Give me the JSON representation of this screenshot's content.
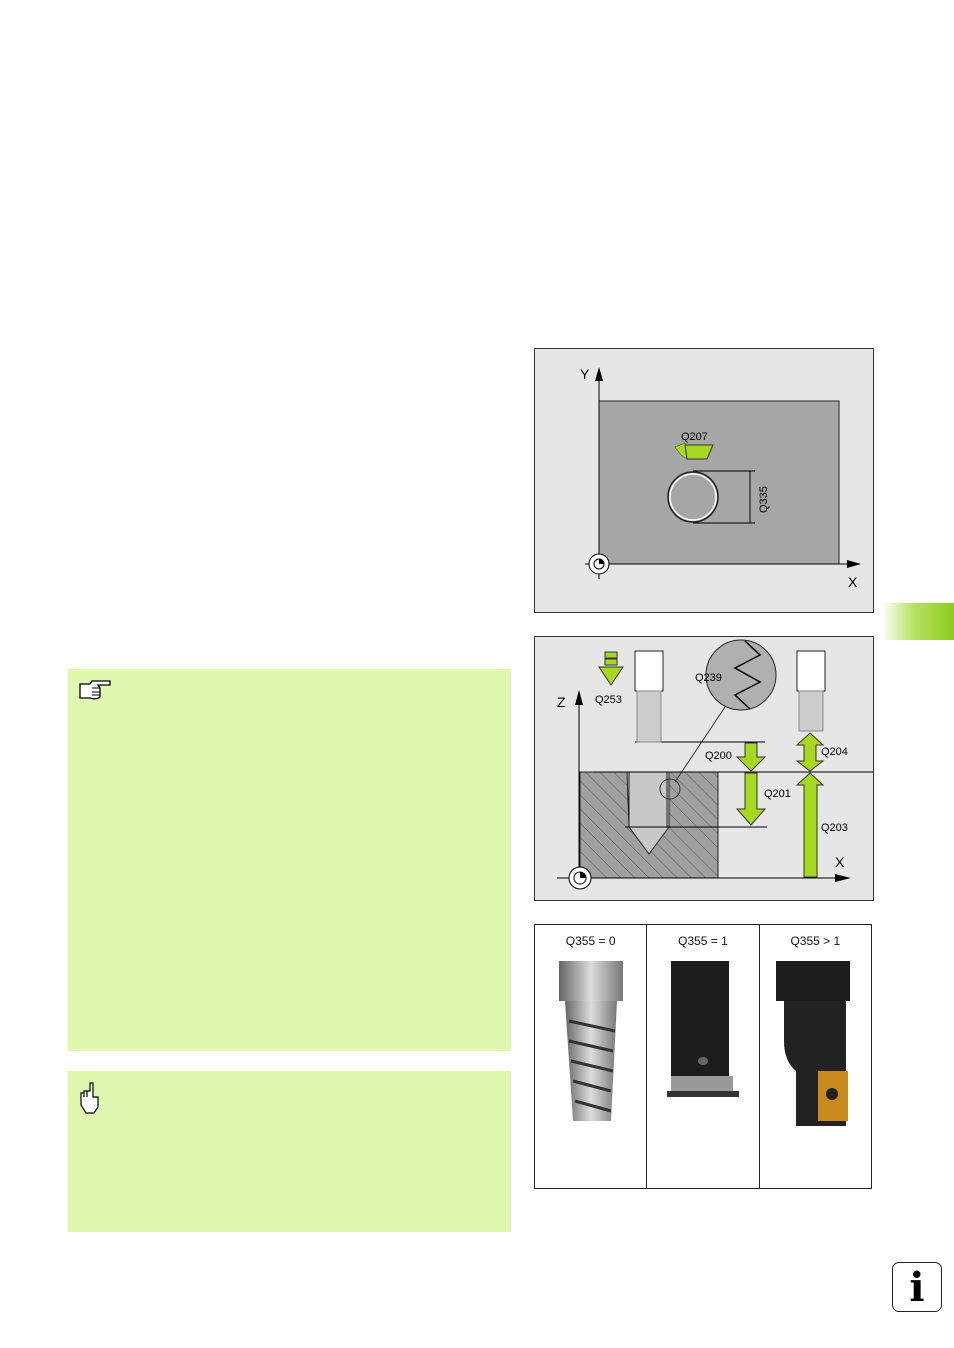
{
  "figure1": {
    "axis_y": "Y",
    "axis_x": "X",
    "q207": "Q207",
    "q335": "Q335"
  },
  "figure2": {
    "axis_z": "Z",
    "axis_x": "X",
    "q253": "Q253",
    "q239": "Q239",
    "q200": "Q200",
    "q201": "Q201",
    "q204": "Q204",
    "q203": "Q203"
  },
  "figure3": {
    "captions": [
      "Q355 = 0",
      "Q355 = 1",
      "Q355 > 1"
    ]
  },
  "notes": {
    "note_icon": "pointing-hand-icon",
    "caution_icon": "raised-hand-icon"
  },
  "info_button": {
    "label": "i"
  },
  "colors": {
    "note_bg": "#e0f7b0",
    "accent": "#a6d81e",
    "tab": "#8ccc1e"
  }
}
